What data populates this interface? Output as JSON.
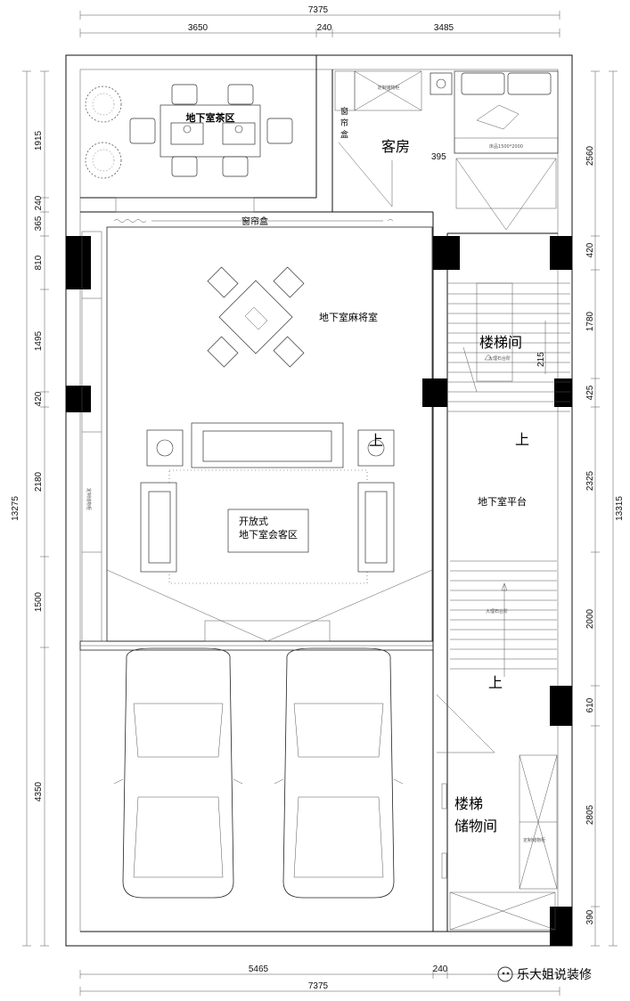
{
  "dimensions": {
    "top_total": "7375",
    "top_left": "3650",
    "top_mid": "240",
    "top_right": "3485",
    "bottom_left": "5465",
    "bottom_mid": "240",
    "bottom_total": "7375",
    "left_segments": [
      "1915",
      "240",
      "365",
      "810",
      "1495",
      "420",
      "2180",
      "1500",
      "4350"
    ],
    "left_total": "13275",
    "right_segments": [
      "2560",
      "420",
      "1780",
      "425",
      "2325",
      "2000",
      "610",
      "2805",
      "390"
    ],
    "right_total": "13315",
    "stair_step": "215"
  },
  "rooms": {
    "tea_area": "地下室茶区",
    "guest_room": "客房",
    "mahjong_room": "地下室麻将室",
    "open_lounge_line1": "开放式",
    "open_lounge_line2": "地下室会客区",
    "stairwell": "楼梯间",
    "basement_platform": "地下室平台",
    "stair_storage_line1": "楼梯",
    "stair_storage_line2": "储物间"
  },
  "labels": {
    "curtain_box": "窗帘盒",
    "curtain_box_vertical": [
      "窗",
      "帘",
      "盒"
    ],
    "up_1": "上",
    "up_2": "上",
    "up_3": "上",
    "bed_size": "床品1500*2000",
    "small_dim": "395",
    "cabinet_note": "定制储物柜",
    "marble_note": "大理石台阶",
    "watermark": "乐大姐说装修"
  }
}
